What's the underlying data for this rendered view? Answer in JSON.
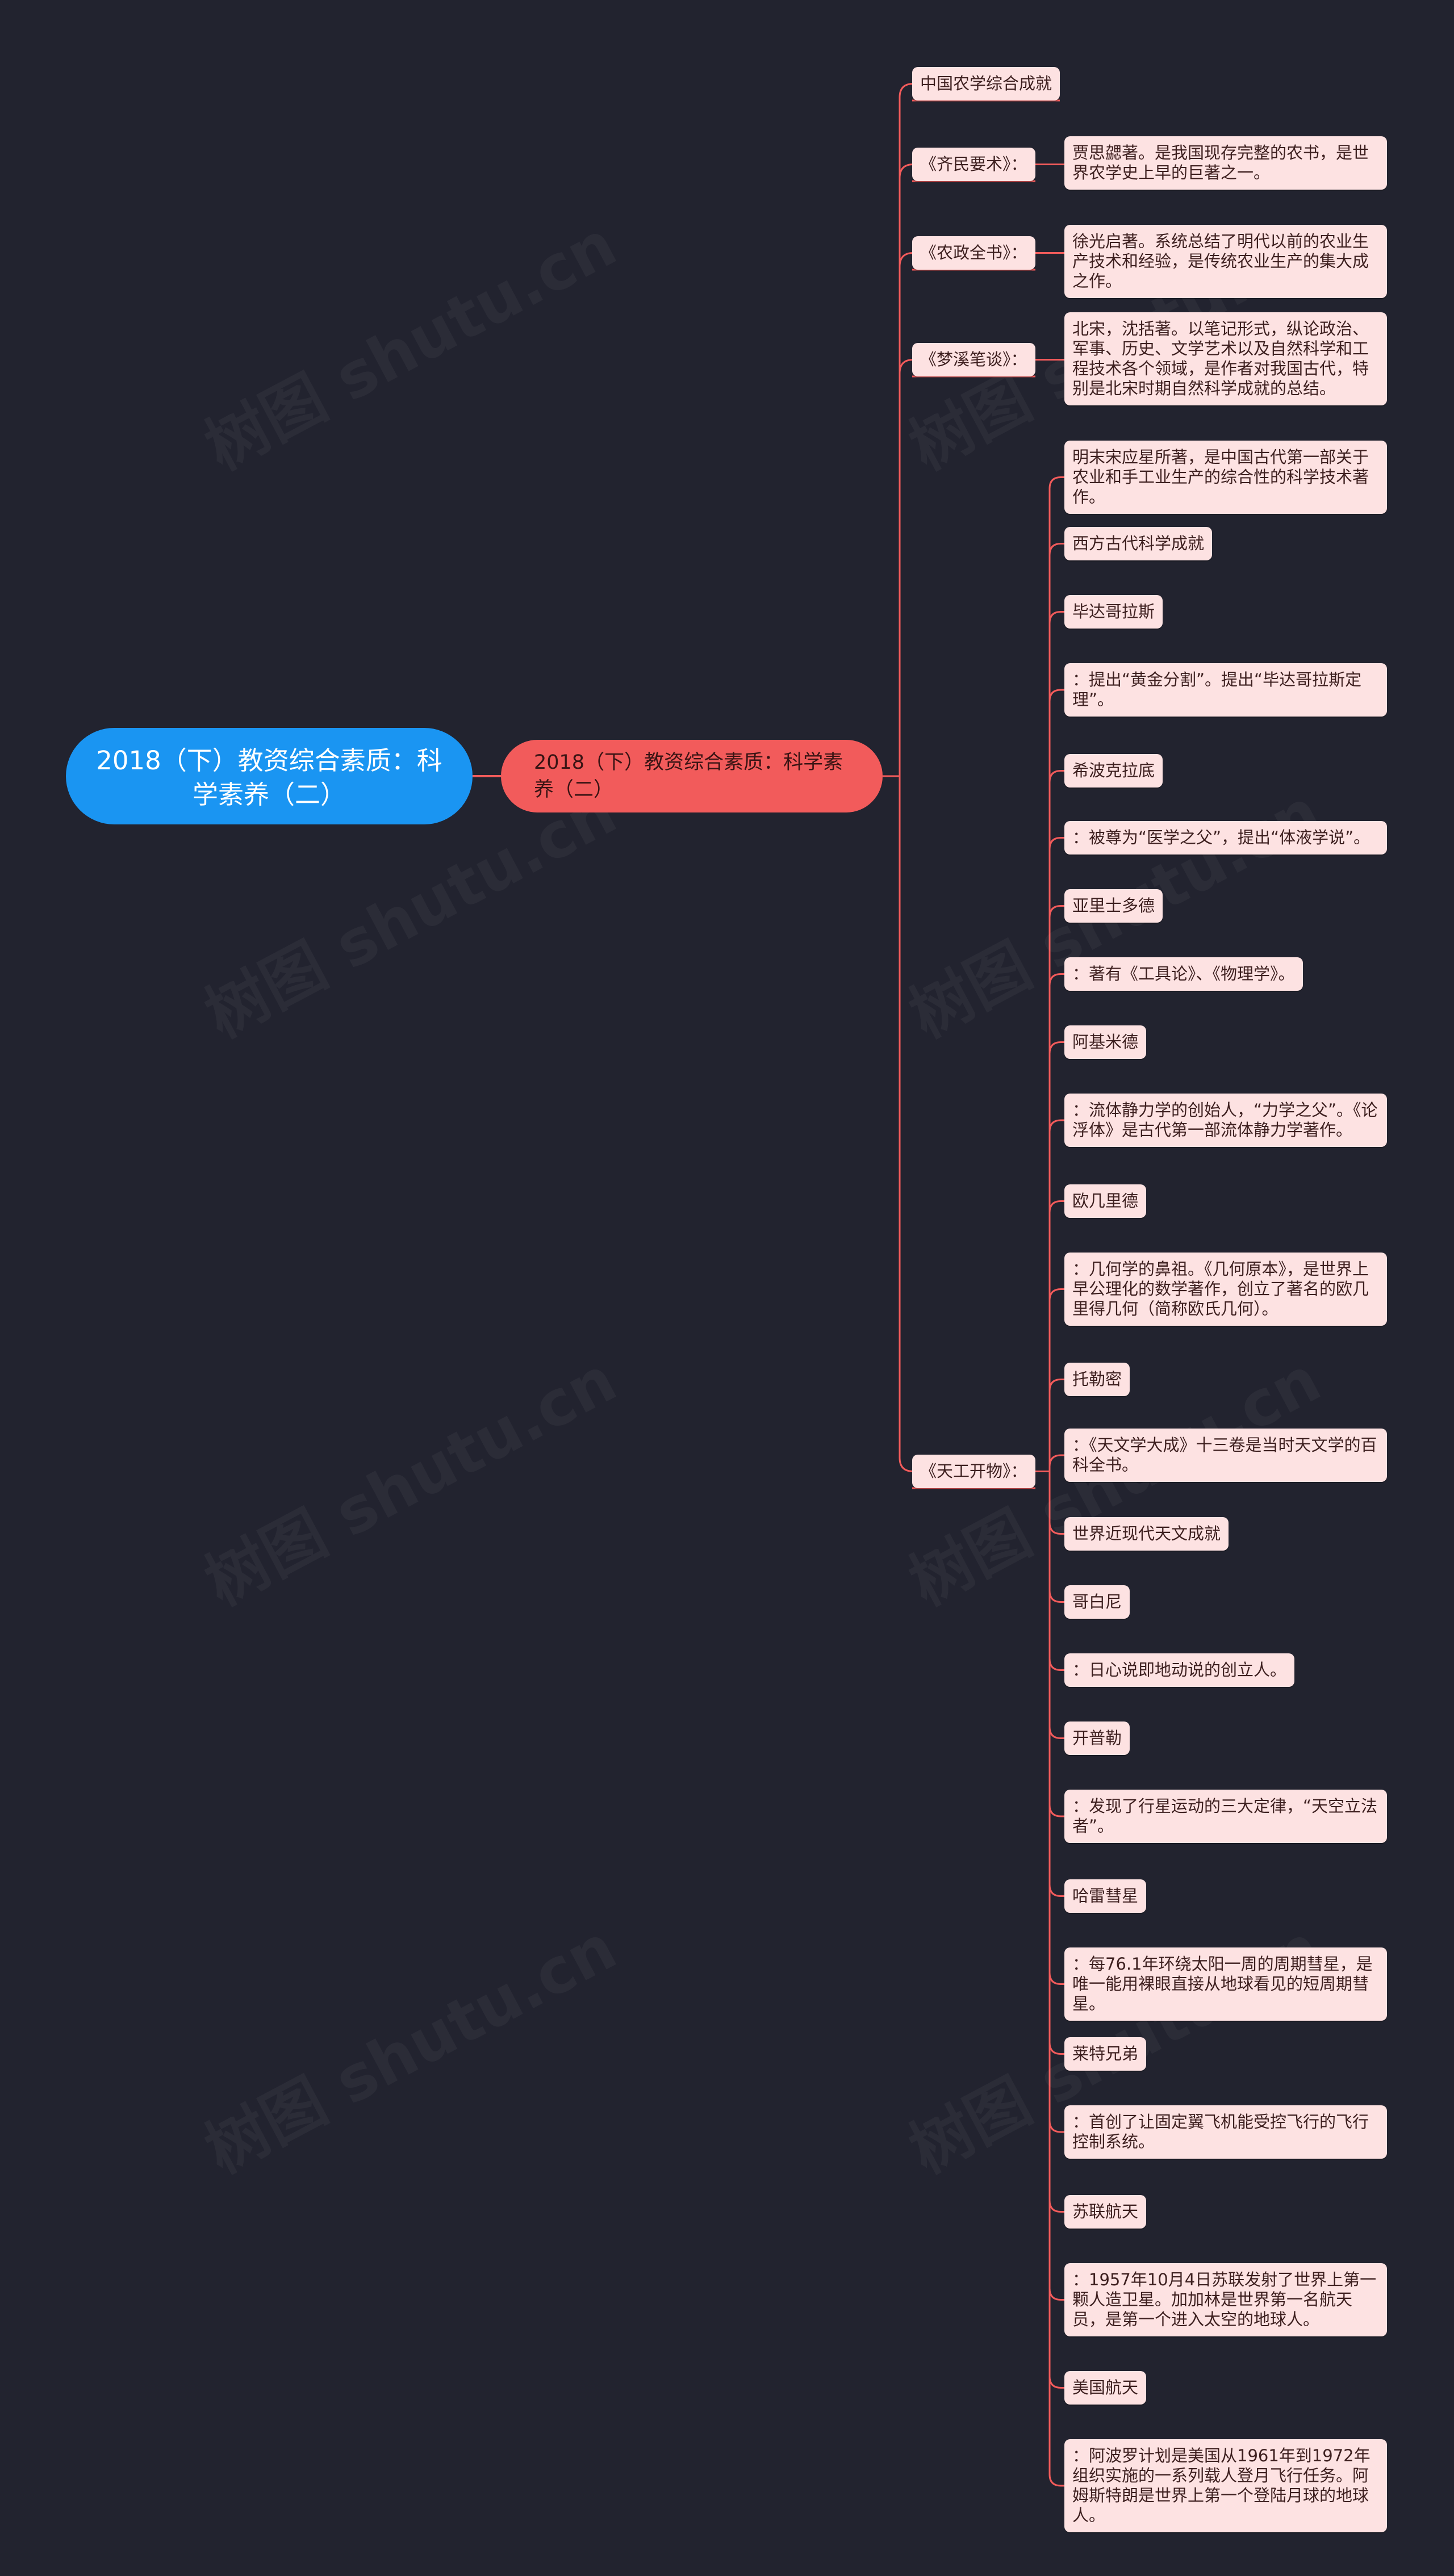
{
  "root": {
    "label": "2018（下）教资综合素质：科学素养（二）"
  },
  "branch": {
    "label": "2018（下）教资综合素质：科学素养（二）"
  },
  "categories": [
    {
      "label": "中国农学综合成就"
    },
    {
      "label": "《齐民要术》："
    },
    {
      "label": "《农政全书》："
    },
    {
      "label": "《梦溪笔谈》："
    },
    {
      "label": "《天工开物》："
    }
  ],
  "details": [
    {
      "label": "贾思勰著。是我国现存完整的农书，是世界农学史上早的巨著之一。"
    },
    {
      "label": "徐光启著。系统总结了明代以前的农业生产技术和经验，是传统农业生产的集大成之作。"
    },
    {
      "label": "北宋，沈括著。以笔记形式，纵论政治、军事、历史、文学艺术以及自然科学和工程技术各个领域，是作者对我国古代，特别是北宋时期自然科学成就的总结。"
    }
  ],
  "tiangong_items": [
    {
      "label": "明末宋应星所著，是中国古代第一部关于农业和手工业生产的综合性的科学技术著作。"
    },
    {
      "label": "西方古代科学成就"
    },
    {
      "label": "毕达哥拉斯"
    },
    {
      "label": "：提出“黄金分割”。提出“毕达哥拉斯定理”。"
    },
    {
      "label": "希波克拉底"
    },
    {
      "label": "：被尊为“医学之父”，提出“体液学说”。"
    },
    {
      "label": "亚里士多德"
    },
    {
      "label": "：著有《工具论》、《物理学》。"
    },
    {
      "label": "阿基米德"
    },
    {
      "label": "：流体静力学的创始人，“力学之父”。《论浮体》是古代第一部流体静力学著作。"
    },
    {
      "label": "欧几里德"
    },
    {
      "label": "：几何学的鼻祖。《几何原本》，是世界上早公理化的数学著作，创立了著名的欧几里得几何（简称欧氏几何）。"
    },
    {
      "label": "托勒密"
    },
    {
      "label": "：《天文学大成》十三卷是当时天文学的百科全书。"
    },
    {
      "label": "世界近现代天文成就"
    },
    {
      "label": "哥白尼"
    },
    {
      "label": "：日心说即地动说的创立人。"
    },
    {
      "label": "开普勒"
    },
    {
      "label": "：发现了行星运动的三大定律，“天空立法者”。"
    },
    {
      "label": "哈雷彗星"
    },
    {
      "label": "：每76.1年环绕太阳一周的周期彗星，是唯一能用裸眼直接从地球看见的短周期彗星。"
    },
    {
      "label": "莱特兄弟"
    },
    {
      "label": "：首创了让固定翼飞机能受控飞行的飞行控制系统。"
    },
    {
      "label": "苏联航天"
    },
    {
      "label": "：1957年10月4日苏联发射了世界上第一颗人造卫星。加加林是世界第一名航天员，是第一个进入太空的地球人。"
    },
    {
      "label": "美国航天"
    },
    {
      "label": "：阿波罗计划是美国从1961年到1972年组织实施的一系列载人登月飞行任务。阿姆斯特朗是世界上第一个登陆月球的地球人。"
    }
  ],
  "watermark": {
    "text": "树图 shutu.cn"
  },
  "colors": {
    "background": "#22232f",
    "root": "#1a95f2",
    "branch": "#f25b5b",
    "leaf": "#fde2e2",
    "connector": "#f25b5b"
  }
}
